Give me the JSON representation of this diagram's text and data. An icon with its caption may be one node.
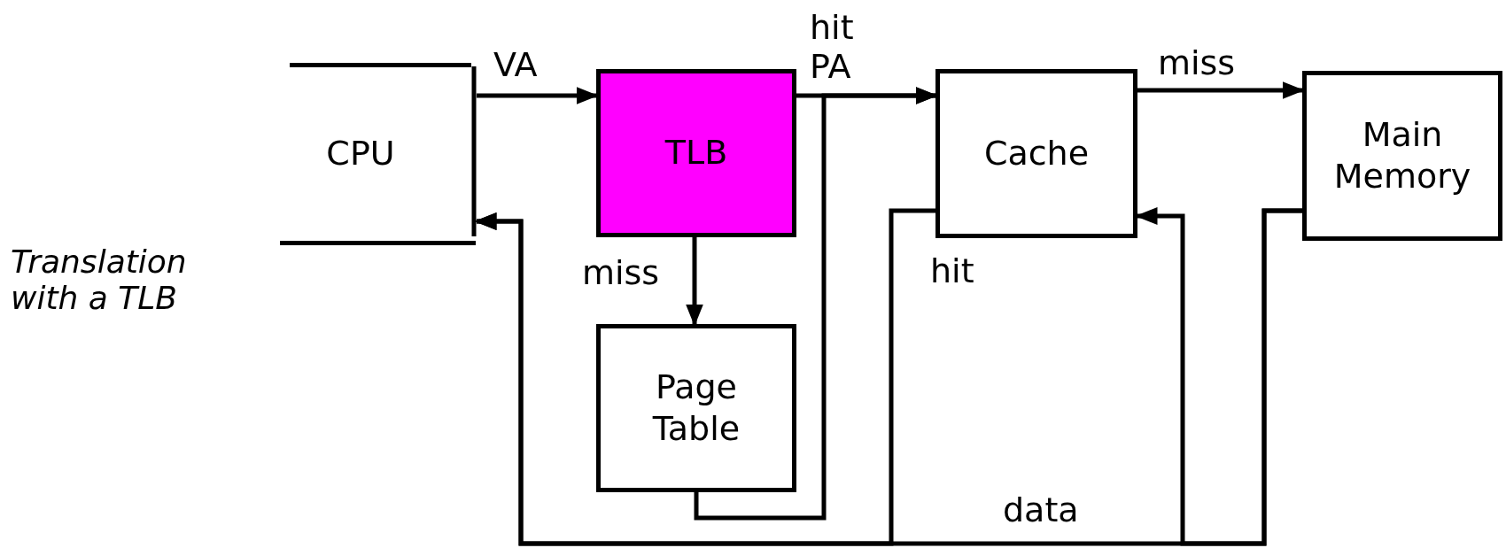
{
  "diagram": {
    "nodes": [
      {
        "text": [
          "CPU"
        ]
      },
      {
        "text": [
          "TLB"
        ]
      },
      {
        "text": [
          "Page Table"
        ]
      },
      {
        "text": [
          "Cache"
        ]
      },
      {
        "text": [
          "Main Memory"
        ]
      }
    ],
    "edges": [
      {
        "from": 0,
        "to": 1,
        "arrow": "to",
        "label": "VA"
      },
      {
        "from": 1,
        "to": 2,
        "arrow": "to",
        "label": "miss"
      },
      {
        "from": 1,
        "to": 3,
        "arrow": "to",
        "label": "hit PA"
      },
      {
        "from": 2,
        "to": 3,
        "arrow": "to"
      },
      {
        "from": 3,
        "to": 4,
        "arrow": "to",
        "label": "miss"
      },
      {
        "from": 3,
        "to": 0,
        "arrow": "to",
        "label": "hit"
      },
      {
        "from": 4,
        "to": 0,
        "arrow": "to",
        "label": "data"
      },
      {
        "from": 4,
        "to": 3,
        "arrow": "to"
      }
    ],
    "labels": [
      "Translation with a TLB"
    ]
  }
}
